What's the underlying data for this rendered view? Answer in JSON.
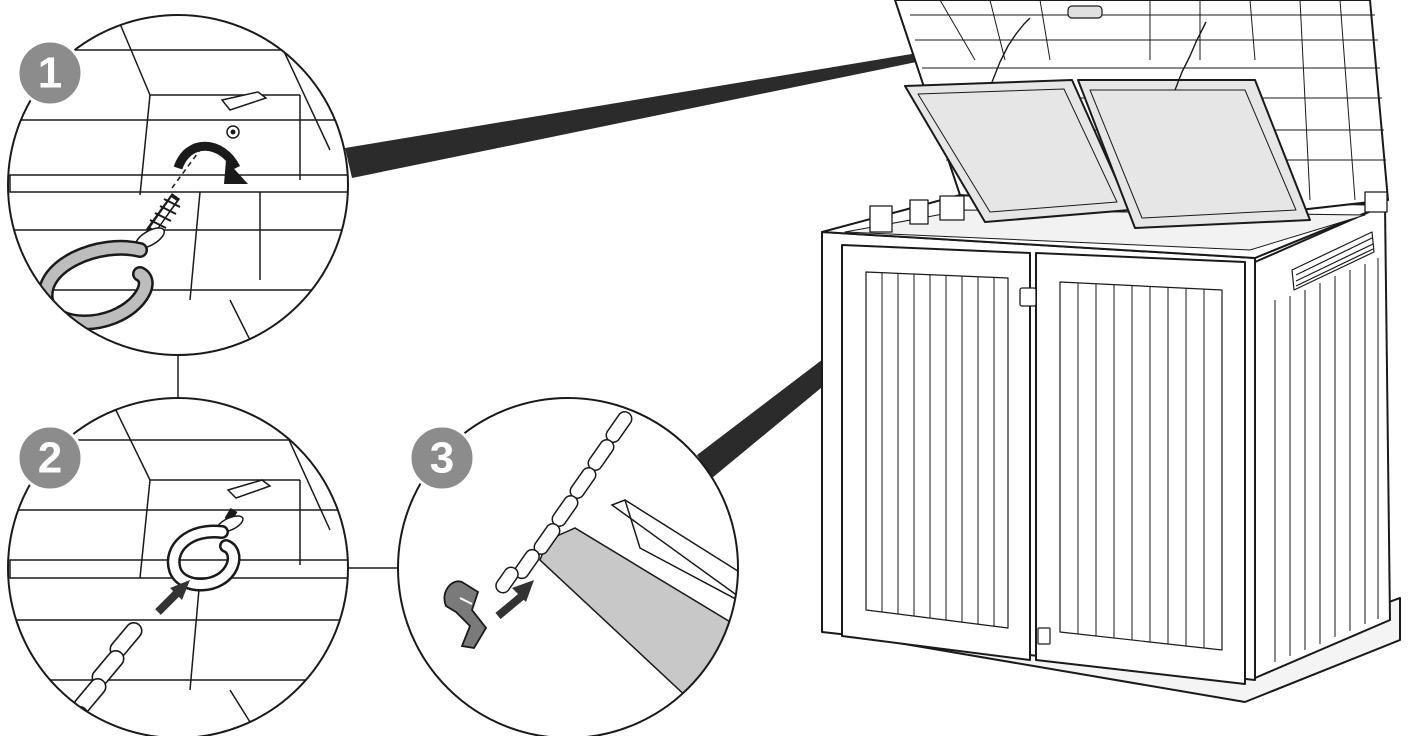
{
  "steps": [
    {
      "number": "1",
      "action": "screw-hook-into-lid"
    },
    {
      "number": "2",
      "action": "attach-chain-to-hook"
    },
    {
      "number": "3",
      "action": "clip-chain-to-body"
    }
  ],
  "colors": {
    "badge": "#8c8c8c",
    "outline": "#1a1a1a",
    "callout_beam": "#2b2b2b",
    "lid_panel": "#e6e6e6",
    "hook_fill": "#bdbdbd",
    "edge_fill": "#c8c8c8",
    "arrow": "#333333"
  }
}
